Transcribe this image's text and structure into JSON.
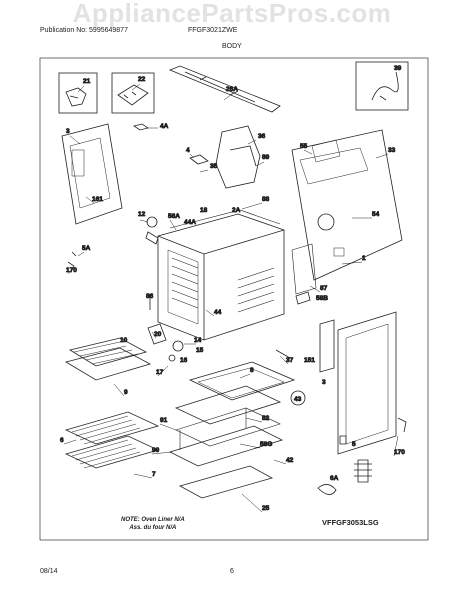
{
  "watermark": "AppliancePartsPros.com",
  "header": {
    "publication": "Publication No: 5995649877",
    "model": "FFGF3021ZWE",
    "section": "BODY"
  },
  "note": {
    "line1": "NOTE: Oven Liner N/A",
    "line2": "Ass. du four N/A"
  },
  "diagram_code": "VFFGF3053LSG",
  "footer": {
    "date": "08/14",
    "page": "6"
  },
  "callouts": {
    "c21": "21",
    "c22": "22",
    "c26a": "26A",
    "c39": "39",
    "c3a": "3",
    "c4a": "4A",
    "c4": "4",
    "c36": "36",
    "c89": "89",
    "c35": "35",
    "c55": "55",
    "c33": "33",
    "c161": "161",
    "c88": "88",
    "c18": "18",
    "c58a": "58A",
    "c44a": "44A",
    "c2a": "2A",
    "c12": "12",
    "c5a": "5A",
    "c1": "1",
    "c170a": "170",
    "c54": "54",
    "c87": "87",
    "c58b": "58B",
    "c86": "86",
    "c44b": "44",
    "c20": "20",
    "c14": "14",
    "c15": "15",
    "c16": "16",
    "c17": "17",
    "c10": "10",
    "c9": "9",
    "c37": "37",
    "c151": "151",
    "c8": "8",
    "c3b": "3",
    "c43": "43",
    "c82": "82",
    "c91": "91",
    "c58g": "58G",
    "c90": "90",
    "c42": "42",
    "c6": "6",
    "c5b": "5",
    "c170b": "170",
    "c7": "7",
    "c25": "25",
    "c6a": "6A"
  }
}
